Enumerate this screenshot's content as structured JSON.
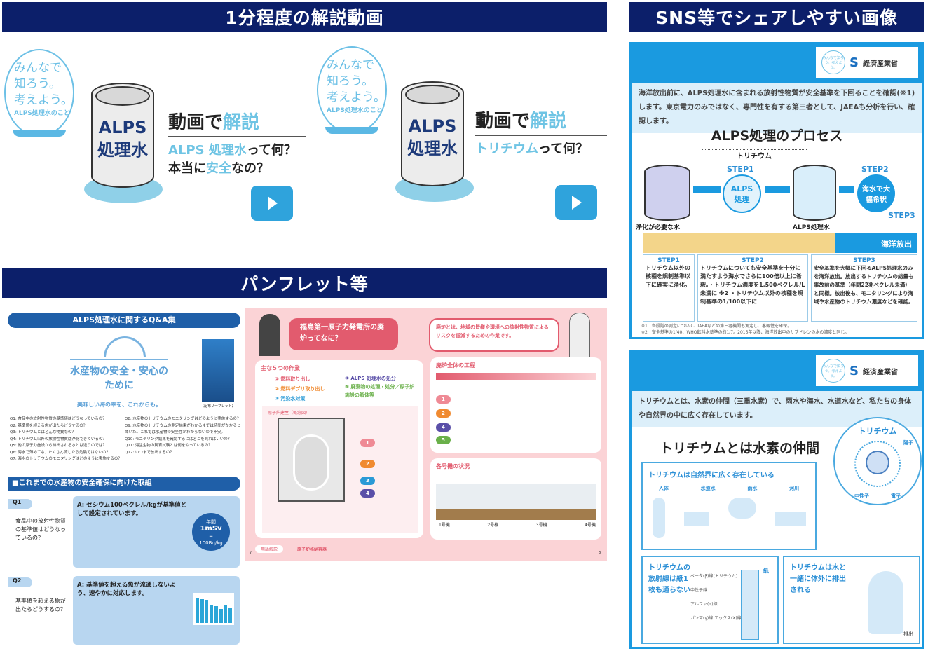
{
  "sections": {
    "videos": "1分程度の解説動画",
    "sns": "SNS等でシェアしやすい画像",
    "pamphlets": "パンフレット等"
  },
  "videos": [
    {
      "badge": [
        "みんなで",
        "知ろう。",
        "考えよう。"
      ],
      "badge_sub": "ALPS処理水のこと",
      "tank": [
        "ALPS",
        "処理水"
      ],
      "title_a": "動画で",
      "title_b": "解説",
      "line1_a": "ALPS 処理水",
      "line1_b": "って何？",
      "line2_a": "本当に",
      "line2_b": "安全",
      "line2_c": "なの？",
      "play_icon": "play-icon"
    },
    {
      "badge": [
        "みんなで",
        "知ろう。",
        "考えよう。"
      ],
      "badge_sub": "ALPS処理水のこと",
      "tank": [
        "ALPS",
        "処理水"
      ],
      "title_a": "動画で",
      "title_b": "解説",
      "line1_a": "トリチウム",
      "line1_b": "って何？",
      "play_icon": "play-icon"
    }
  ],
  "sns": [
    {
      "logo_badge": "みんなで知ろう。考えよう。",
      "ministry": "経済産業省",
      "intro": "海洋放出前に、ALPS処理水に含まれる放射性物質が安全基準を下回ることを確認(※1)します。東京電力のみではなく、専門性を有する第三者として、JAEAも分析を行い、確認します。",
      "title": "ALPS処理のプロセス",
      "tritium": "トリチウム",
      "step1": "STEP1",
      "step1_circle": "ALPS処理",
      "step2": "STEP2",
      "step2_circle": "海水で大幅希釈",
      "step3": "STEP3",
      "tank1": "浄化が必要な水",
      "tank2": "ALPS処理水",
      "release": "海洋放出",
      "boxes": [
        {
          "h": "STEP1",
          "t": "トリチウム以外の核種を規制基準以下に確実に浄化。"
        },
        {
          "h": "STEP2",
          "t": "トリチウムについても安全基準を十分に満たすよう海水でさらに100倍以上に希釈。・トリチウム濃度を1,500ベクレル/L未満に ※2 ・トリチウム以外の核種を規制基準の1/100以下に"
        },
        {
          "h": "STEP3",
          "t": "安全基準を大幅に下回るALPS処理水のみを海洋放出。放出するトリチウムの総量も事故前の基準（年間22兆ベクレル未満）と同様。放出後も、モニタリングにより海域や水産物のトリチウム濃度などを確認。"
        }
      ],
      "notes": [
        "※1　各段階の測定について、IAEAなどの第三者機関も測定し、客観性を確保。",
        "※2　安全基準の1/40、WHO飲料水基準の約1/7。2015年以降、海洋放出中のサブドレンの水の濃度と同じ。"
      ]
    },
    {
      "logo_badge": "みんなで知ろう。考えよう。",
      "ministry": "経済産業省",
      "intro": "トリチウムとは、水素の仲間（三重水素）で、雨水や海水、水道水など、私たちの身体や自然界の中に広く存在しています。",
      "title": "トリチウムとは水素の仲間",
      "atom_title": "トリチウム",
      "proton": "陽子",
      "neutron": "中性子",
      "electron": "電子",
      "nature_title": "トリチウムは自然界に広く存在している",
      "nature_items": [
        "人体",
        "水道水",
        "雨水",
        "河川"
      ],
      "rad_title": "トリチウムの放射線は紙1枚も通らない",
      "rad_items": [
        "ベータ(β)線(トリチウム)",
        "中性子線",
        "アルファ(α)線",
        "ガンマ(γ)線 エックス(X)線"
      ],
      "paper": "紙",
      "body_title": "トリチウムは水と一緒に体外に排出される",
      "excrete": "排出"
    }
  ],
  "pamphlet_qa": {
    "header": "ALPS処理水に関するQ&A集",
    "cover_title": "水産物の安全・安心のために",
    "cover_sub": "美味しい海の幸を、これからも。",
    "leaflet": "【配布リーフレット】",
    "questions_left": [
      "Q1: 食品中の放射性物質の基準値はどうなっているの？",
      "Q2: 基準値を超える魚が出たらどうするの？",
      "Q3: トリチウムとはどんな物質なの？",
      "Q4: トリチウム以外の放射性物質は浄化できているの？",
      "Q5: 他の原子力施設から排出される水とは違うのでは？",
      "Q6: 海水で薄めても、たくさん流したら危険ではないの？",
      "Q7: 海水のトリチウムのモニタリングはどのように実施するの？"
    ],
    "questions_right": [
      "Q8: 水産物のトリチウムのモニタリングはどのように実施するの？",
      "Q9: 水産物のトリチウムの測定結果がわかるまでは時間がかかると聞いた。これでは水産物の安全性がわからないので不安。",
      "Q10: モニタリング結果を確認するにはどこを見ればいいの？",
      "Q11: 海生生物の飼育試験とは何をやっているの？",
      "Q12: いつまで放出するの？"
    ],
    "section2": "■これまでの水産物の安全確保に向けた取組",
    "q1_label": "Q1",
    "q1": "食品中の放射性物質の基準値はどうなっているの？",
    "a1": "A: セシウム100ベクレル/kgが基準値として設定されています。",
    "a1_circle": [
      "年間",
      "1mSv",
      "=",
      "100Bq/kg"
    ],
    "q2_label": "Q2",
    "q2": "基準値を超える魚が出たらどうするの？",
    "a2": "A: 基準値を超える魚が流通しないよう、速やかに対応します。"
  },
  "pamphlet_decom": {
    "bubble_left": "福島第一原子力発電所の廃炉ってなに？",
    "works_title": "主な５つの作業",
    "works": [
      "燃料取り出し",
      "燃料デブリ取り出し",
      "汚染水対策",
      "ALPS 処理水の処分",
      "廃棄物の処理・処分／原子炉施設の解体等"
    ],
    "diagram_title": "原子炉建屋（概念図）",
    "bubble_right": "廃炉とは、地域の皆様や環境への放射性物質によるリスクを低減するための作業です。",
    "process_title": "廃炉全体の工程",
    "status_title": "各号機の状況",
    "units": [
      "1号機",
      "2号機",
      "3号機",
      "4号機"
    ],
    "glossary": "用語解説",
    "term": "原子炉格納容器",
    "pages": [
      "7",
      "8"
    ]
  },
  "colors": {
    "navy": "#0c1f6a",
    "sky": "#1a9ae0",
    "light": "#6ec4e4",
    "pink": "#fbd3d6"
  }
}
